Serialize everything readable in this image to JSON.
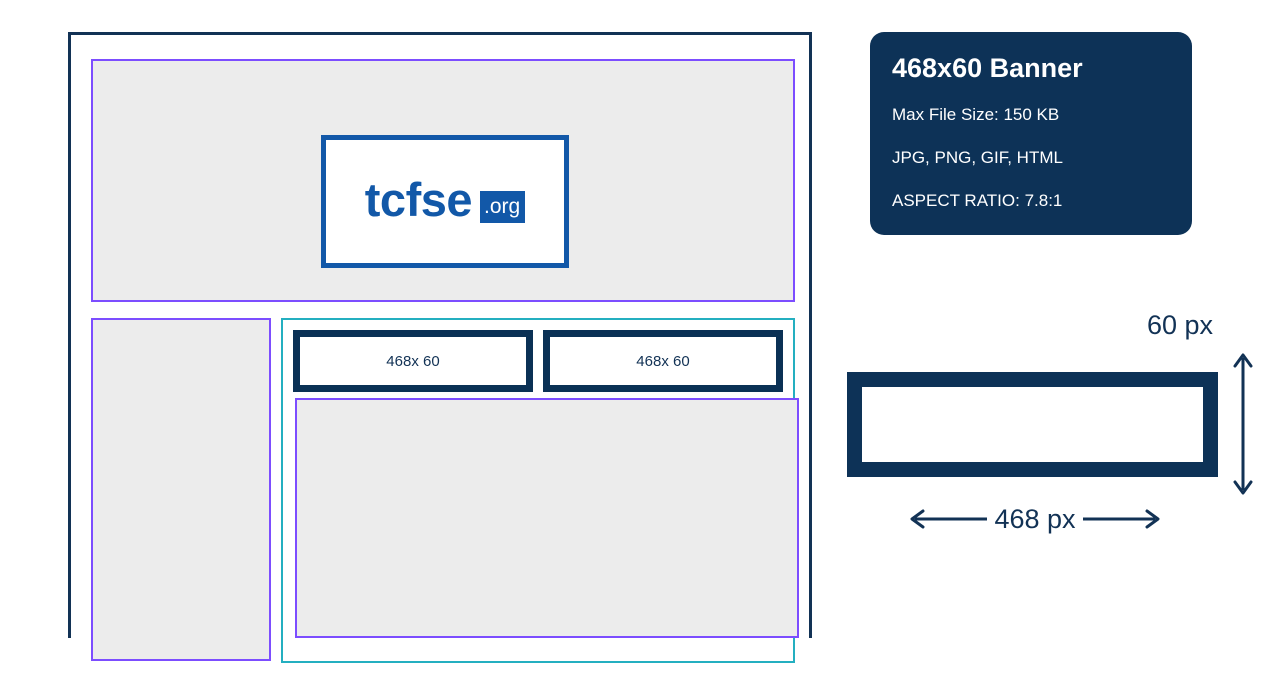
{
  "wireframe": {
    "header_block": "header-placeholder",
    "sidebar_block": "sidebar-placeholder",
    "content_block": "content-placeholder",
    "logo": {
      "word": "tcfse",
      "tld": ".org",
      "word_color": "#1258A8",
      "tld_bg": "#1258A8",
      "tld_color": "#ffffff"
    },
    "banner_slots": [
      {
        "label": "468x 60"
      },
      {
        "label": "468x 60"
      }
    ],
    "colors": {
      "frame_border": "#123255",
      "placeholder_border": "#7c4dff",
      "placeholder_fill": "#ececec",
      "banner_zone_border": "#24afc0",
      "banner_slot_border": "#0a3155"
    }
  },
  "spec_card": {
    "title": "468x60 Banner",
    "lines": [
      "Max File Size: 150 KB",
      "JPG, PNG, GIF, HTML",
      "ASPECT RATIO: 7.8:1"
    ],
    "background": "#0d3257",
    "text_color": "#ffffff"
  },
  "dimensions": {
    "height_label": "60 px",
    "width_label": "468 px",
    "box_border_color": "#0d3257",
    "arrow_color": "#123255"
  }
}
